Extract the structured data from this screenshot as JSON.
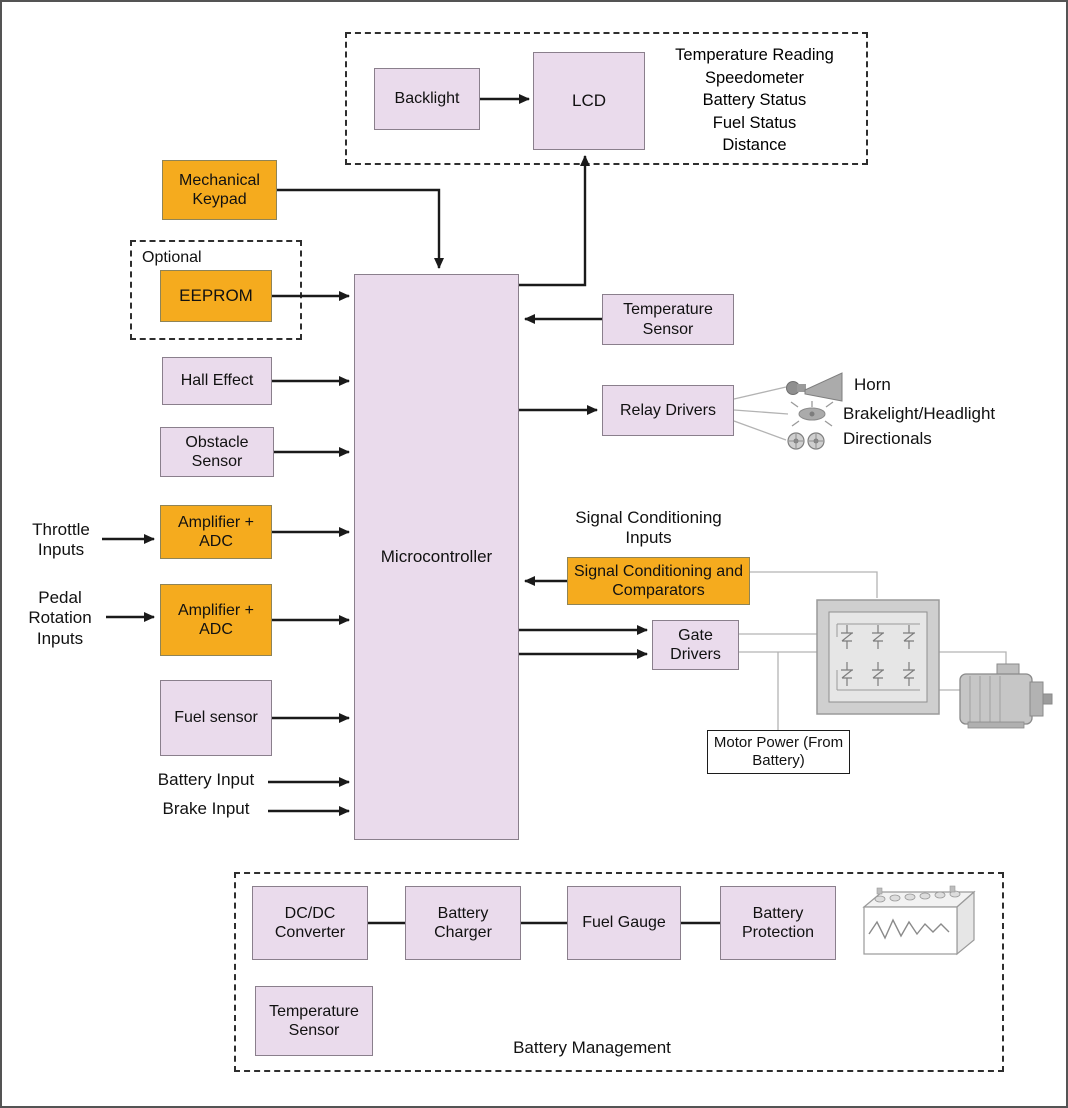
{
  "colors": {
    "purple": "#EADBEC",
    "orange": "#F5AB1E",
    "line": "#1a1a1a"
  },
  "display": {
    "backlight": "Backlight",
    "lcd": "LCD",
    "readouts": [
      "Temperature Reading",
      "Speedometer",
      "Battery Status",
      "Fuel Status",
      "Distance"
    ]
  },
  "inputs": {
    "mechanical_keypad": "Mechanical Keypad",
    "optional": "Optional",
    "eeprom": "EEPROM",
    "hall_effect": "Hall Effect",
    "obstacle_sensor": "Obstacle Sensor",
    "amplifier_adc_throttle": "Amplifier + ADC",
    "amplifier_adc_pedal": "Amplifier + ADC",
    "fuel_sensor": "Fuel sensor",
    "throttle_inputs": "Throttle Inputs",
    "pedal_rotation_inputs": "Pedal Rotation Inputs",
    "battery_input": "Battery Input",
    "brake_input": "Brake Input"
  },
  "core": {
    "microcontroller": "Microcontroller"
  },
  "right": {
    "temperature_sensor": "Temperature Sensor",
    "relay_drivers": "Relay Drivers",
    "horn": "Horn",
    "brakelight_headlight": "Brakelight/Headlight",
    "directionals": "Directionals",
    "signal_conditioning_inputs": "Signal Conditioning Inputs",
    "signal_conditioning": "Signal Conditioning and Comparators",
    "gate_drivers": "Gate Drivers",
    "motor_power": "Motor Power (From Battery)"
  },
  "battery_management": {
    "dc_dc_converter": "DC/DC Converter",
    "battery_charger": "Battery Charger",
    "fuel_gauge": "Fuel Gauge",
    "battery_protection": "Battery Protection",
    "temperature_sensor": "Temperature Sensor",
    "label": "Battery Management"
  }
}
